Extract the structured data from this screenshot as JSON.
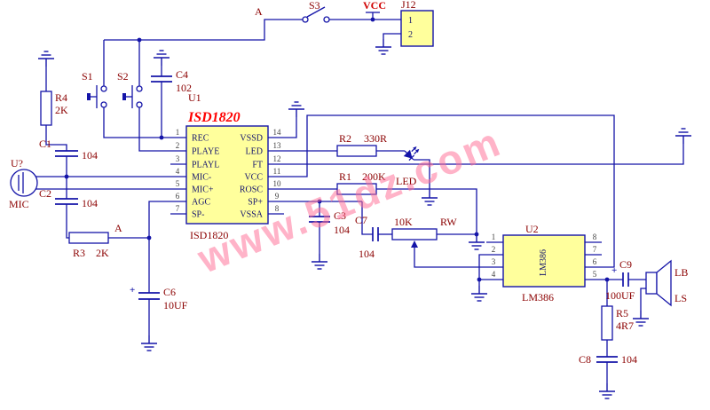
{
  "watermark": {
    "text": "www.51dz.com"
  },
  "nets": {
    "a_top": "A",
    "a_mid": "A",
    "vcc": "VCC"
  },
  "u1": {
    "ref": "U1",
    "title": "ISD1820",
    "footer": "ISD1820",
    "left": [
      {
        "n": "1",
        "name": "REC"
      },
      {
        "n": "2",
        "name": "PLAYE"
      },
      {
        "n": "3",
        "name": "PLAYL"
      },
      {
        "n": "4",
        "name": "MIC-"
      },
      {
        "n": "5",
        "name": "MIC+"
      },
      {
        "n": "6",
        "name": "AGC"
      },
      {
        "n": "7",
        "name": "SP-"
      }
    ],
    "right": [
      {
        "n": "14",
        "name": "VSSD"
      },
      {
        "n": "13",
        "name": "LED"
      },
      {
        "n": "12",
        "name": "FT"
      },
      {
        "n": "11",
        "name": "VCC"
      },
      {
        "n": "10",
        "name": "ROSC"
      },
      {
        "n": "9",
        "name": "SP+"
      },
      {
        "n": "8",
        "name": "VSSA"
      }
    ]
  },
  "u2": {
    "ref": "U2",
    "inner": "LM386",
    "footer": "LM386",
    "left": [
      "1",
      "2",
      "3",
      "4"
    ],
    "right": [
      "8",
      "7",
      "6",
      "5"
    ]
  },
  "j12": {
    "ref": "J12",
    "pins": [
      "1",
      "2"
    ]
  },
  "parts": {
    "r1": {
      "ref": "R1",
      "value": "200K"
    },
    "r2": {
      "ref": "R2",
      "value": "330R"
    },
    "r3": {
      "ref": "R3",
      "value": "2K"
    },
    "r4": {
      "ref": "R4",
      "value": "2K"
    },
    "r5": {
      "ref": "R5",
      "value": "4R7"
    },
    "rw": {
      "ref": "RW",
      "value": "10K"
    },
    "c1": {
      "ref": "C1",
      "value": "104"
    },
    "c2": {
      "ref": "C2",
      "value": "104"
    },
    "c3": {
      "ref": "C3",
      "value": "104"
    },
    "c4": {
      "ref": "C4",
      "value": "102"
    },
    "c6": {
      "ref": "C6",
      "value": "10UF",
      "plus": "+"
    },
    "c7": {
      "ref": "C7",
      "value": "104"
    },
    "c8": {
      "ref": "C8",
      "value": "104"
    },
    "c9": {
      "ref": "C9",
      "value": "100UF",
      "plus": "+"
    },
    "mic": {
      "ref": "U?",
      "label": "MIC"
    },
    "s1": {
      "ref": "S1"
    },
    "s2": {
      "ref": "S2"
    },
    "s3": {
      "ref": "S3"
    },
    "led": {
      "ref": "LED"
    },
    "speaker": {
      "top": "LB",
      "bottom": "LS"
    }
  },
  "colors": {
    "wire": "#1414A8",
    "chip_fill": "#FFFF9C",
    "designator": "#8B0000",
    "chip_title": "#FF0000",
    "watermark": "#FF6E96",
    "vcc": "#D00000",
    "pin_number": "#3F3F3F",
    "pin_name": "#14146E"
  }
}
